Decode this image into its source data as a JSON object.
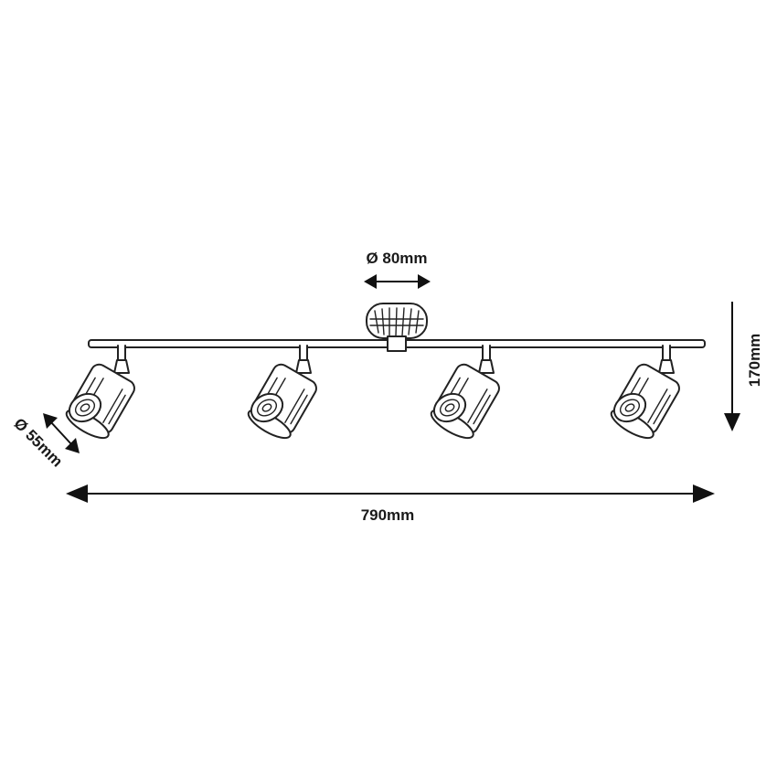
{
  "dimensions": {
    "canopy_diameter": "Ø 80mm",
    "height": "170mm",
    "width": "790mm",
    "spot_diameter": "Ø 55mm"
  },
  "spot_count": 4
}
